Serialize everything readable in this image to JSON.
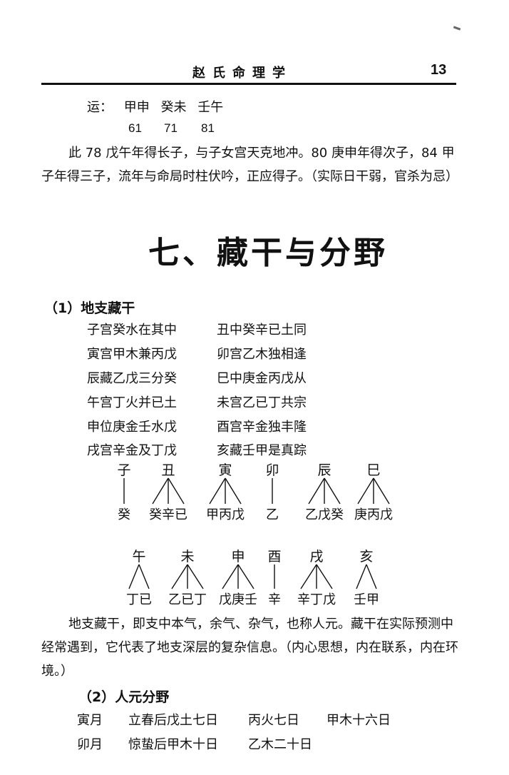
{
  "header": {
    "title": "赵氏命理学",
    "page_number": "13"
  },
  "luck": {
    "label": "运：",
    "pillars": [
      "甲申",
      "癸未",
      "壬午"
    ],
    "ages": [
      "61",
      "71",
      "81"
    ]
  },
  "paragraph1": "此 78 戊午年得长子，与子女宫天克地冲。80 庚申年得次子，84 甲子年得三子，流年与命局时柱伏吟，正应得子。（实际日干弱，官杀为忌）",
  "section_title": "七、藏干与分野",
  "sub1": {
    "heading": "（1）地支藏干",
    "verses": [
      [
        "子宫癸水在其中",
        "丑中癸辛已土同"
      ],
      [
        "寅宫甲木兼丙戊",
        "卯宫乙木独相逢"
      ],
      [
        "辰藏乙戊三分癸",
        "巳中庚金丙戊从"
      ],
      [
        "午宫丁火并已土",
        "未宫乙已丁共宗"
      ],
      [
        "申位庚金壬水戊",
        "酉宫辛金独丰隆"
      ],
      [
        "戌宫辛金及丁戊",
        "亥藏壬甲是真踪"
      ]
    ]
  },
  "diagram": {
    "row1": {
      "branches": [
        "子",
        "丑",
        "寅",
        "卯",
        "辰",
        "巳"
      ],
      "stems": [
        [
          "癸"
        ],
        [
          "癸",
          "辛",
          "已"
        ],
        [
          "甲",
          "丙",
          "戊"
        ],
        [
          "乙"
        ],
        [
          "乙",
          "戊",
          "癸"
        ],
        [
          "庚",
          "丙",
          "戊"
        ]
      ]
    },
    "row2": {
      "branches": [
        "午",
        "未",
        "申",
        "酉",
        "戌",
        "亥"
      ],
      "stems": [
        [
          "丁",
          "已"
        ],
        [
          "乙",
          "已",
          "丁"
        ],
        [
          "戊",
          "庚",
          "壬"
        ],
        [
          "辛"
        ],
        [
          "辛",
          "丁",
          "戊"
        ],
        [
          "壬",
          "甲"
        ]
      ]
    }
  },
  "paragraph2": "地支藏干，即支中本气，余气、杂气，也称人元。藏干在实际预测中经常遇到，它代表了地支深层的复杂信息。（内心思想，内在联系，内在环境。）",
  "sub2": {
    "heading": "（2）人元分野",
    "rows": [
      [
        "寅月",
        "立春后戊土七日",
        "丙火七日",
        "甲木十六日"
      ],
      [
        "卯月",
        "惊蛰后甲木十日",
        "乙木二十日"
      ]
    ]
  }
}
